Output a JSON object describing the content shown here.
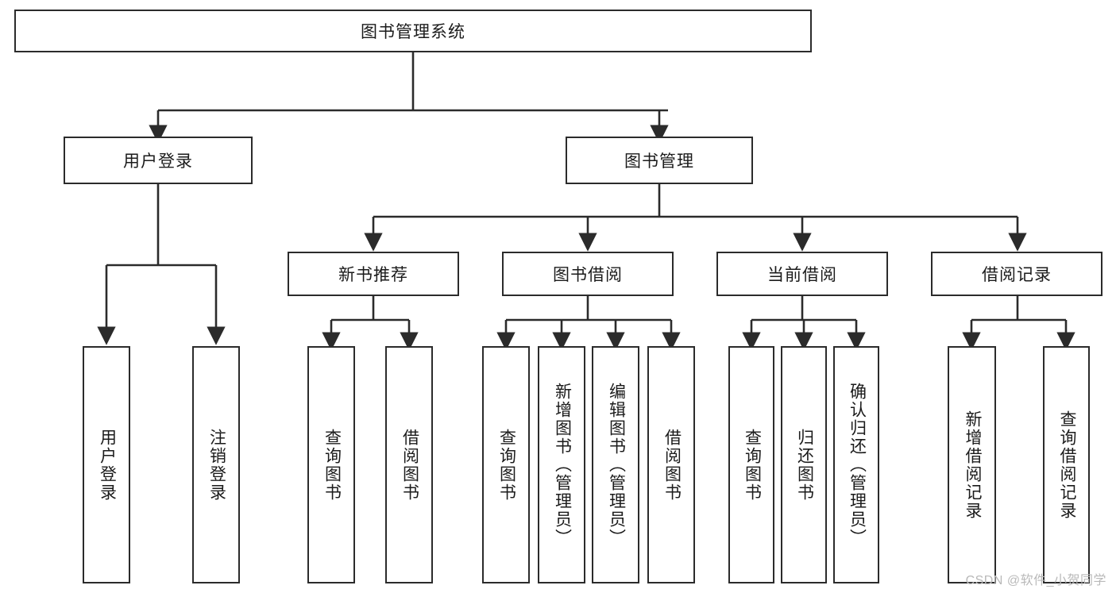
{
  "diagram": {
    "type": "tree",
    "title": "图书管理系统",
    "orientation": "top-down",
    "style": {
      "box_border": "#2b2b2b",
      "box_fill": "#ffffff",
      "line_color": "#2b2b2b",
      "text_color": "#1b1b1b",
      "background": "#ffffff"
    },
    "root": {
      "label": "图书管理系统",
      "level": 0
    },
    "level1": [
      {
        "label": "用户登录"
      },
      {
        "label": "图书管理"
      }
    ],
    "level2": [
      {
        "label": "新书推荐",
        "parent": "图书管理"
      },
      {
        "label": "图书借阅",
        "parent": "图书管理"
      },
      {
        "label": "当前借阅",
        "parent": "图书管理"
      },
      {
        "label": "借阅记录",
        "parent": "图书管理"
      }
    ],
    "leaves": {
      "用户登录": [
        {
          "label": "用户登录"
        },
        {
          "label": "注销登录"
        }
      ],
      "新书推荐": [
        {
          "label": "查询图书"
        },
        {
          "label": "借阅图书"
        }
      ],
      "图书借阅": [
        {
          "label": "查询图书"
        },
        {
          "label": "新增图书（管理员）"
        },
        {
          "label": "编辑图书（管理员）"
        },
        {
          "label": "借阅图书"
        }
      ],
      "当前借阅": [
        {
          "label": "查询图书"
        },
        {
          "label": "归还图书"
        },
        {
          "label": "确认归还（管理员）"
        }
      ],
      "借阅记录": [
        {
          "label": "新增借阅记录"
        },
        {
          "label": "查询借阅记录"
        }
      ]
    }
  },
  "watermark": {
    "text": "CSDN @软件_小贺同学"
  }
}
